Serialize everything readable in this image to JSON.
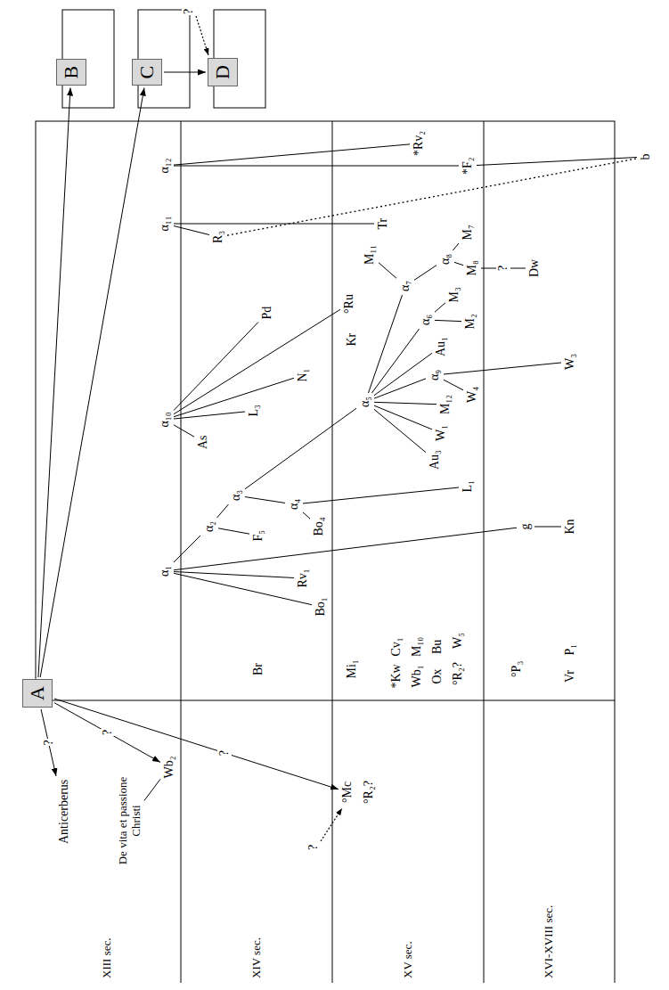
{
  "diagram": {
    "nodes": [
      {
        "text": [
          "A"
        ]
      },
      {
        "text": [
          "B"
        ]
      },
      {
        "text": [
          "C"
        ]
      },
      {
        "text": [
          "D"
        ]
      },
      {
        "text": [
          "Anticerberus"
        ]
      },
      {
        "text": [
          "De vita et passione Christi"
        ]
      },
      {
        "text": [
          "Wb₂"
        ]
      },
      {
        "text": [
          "°Mc"
        ]
      },
      {
        "text": [
          "α₁"
        ]
      },
      {
        "text": [
          "Bo₁"
        ]
      },
      {
        "text": [
          "Rv₁"
        ]
      },
      {
        "text": [
          "g"
        ]
      },
      {
        "text": [
          "Kn"
        ]
      },
      {
        "text": [
          "α₂"
        ]
      },
      {
        "text": [
          "F₅"
        ]
      },
      {
        "text": [
          "α₃"
        ]
      },
      {
        "text": [
          "α₄"
        ]
      },
      {
        "text": [
          "Bo₄"
        ]
      },
      {
        "text": [
          "L₁"
        ]
      },
      {
        "text": [
          "α₅"
        ]
      },
      {
        "text": [
          "Au₃"
        ]
      },
      {
        "text": [
          "W₁"
        ]
      },
      {
        "text": [
          "M₁₂"
        ]
      },
      {
        "text": [
          "α₉"
        ]
      },
      {
        "text": [
          "W₄"
        ]
      },
      {
        "text": [
          "W₃"
        ]
      },
      {
        "text": [
          "Au₁"
        ]
      },
      {
        "text": [
          "α₆"
        ]
      },
      {
        "text": [
          "M₃"
        ]
      },
      {
        "text": [
          "M₂"
        ]
      },
      {
        "text": [
          "α₇"
        ]
      },
      {
        "text": [
          "M₁₁"
        ]
      },
      {
        "text": [
          "α₈"
        ]
      },
      {
        "text": [
          "M₈"
        ]
      },
      {
        "text": [
          "M₇"
        ]
      },
      {
        "text": [
          "Dw"
        ]
      },
      {
        "text": [
          "α₁₀"
        ]
      },
      {
        "text": [
          "As"
        ]
      },
      {
        "text": [
          "L₃"
        ]
      },
      {
        "text": [
          "N₁"
        ]
      },
      {
        "text": [
          "Pd"
        ]
      },
      {
        "text": [
          "°Ru"
        ]
      },
      {
        "text": [
          "α₁₁"
        ]
      },
      {
        "text": [
          "R₃"
        ]
      },
      {
        "text": [
          "Tr"
        ]
      },
      {
        "text": [
          "α₁₂"
        ]
      },
      {
        "text": [
          "*Rv₂"
        ]
      },
      {
        "text": [
          "*F₂"
        ]
      },
      {
        "text": [
          "b"
        ]
      }
    ],
    "edges": [
      {
        "from": 0,
        "to": 1,
        "arrow": "to"
      },
      {
        "from": 0,
        "to": 2,
        "arrow": "to"
      },
      {
        "from": 2,
        "to": 3,
        "arrow": "to"
      },
      {
        "from": 0,
        "to": 4,
        "label": "?",
        "arrow": "to"
      },
      {
        "from": 5,
        "to": 6,
        "arrow": "none"
      },
      {
        "from": 0,
        "to": 6,
        "label": "?",
        "arrow": "to"
      },
      {
        "from": 0,
        "to": 7,
        "label": "?",
        "arrow": "to"
      },
      {
        "from": 8,
        "to": 9,
        "arrow": "none"
      },
      {
        "from": 8,
        "to": 10,
        "arrow": "none"
      },
      {
        "from": 8,
        "to": 11,
        "arrow": "none"
      },
      {
        "from": 11,
        "to": 12,
        "arrow": "none"
      },
      {
        "from": 8,
        "to": 13,
        "arrow": "none"
      },
      {
        "from": 13,
        "to": 14,
        "arrow": "none"
      },
      {
        "from": 13,
        "to": 15,
        "arrow": "none"
      },
      {
        "from": 15,
        "to": 16,
        "arrow": "none"
      },
      {
        "from": 16,
        "to": 17,
        "arrow": "none"
      },
      {
        "from": 16,
        "to": 18,
        "arrow": "none"
      },
      {
        "from": 15,
        "to": 19,
        "arrow": "none"
      },
      {
        "from": 19,
        "to": 20,
        "arrow": "none"
      },
      {
        "from": 19,
        "to": 21,
        "arrow": "none"
      },
      {
        "from": 19,
        "to": 22,
        "arrow": "none"
      },
      {
        "from": 19,
        "to": 23,
        "arrow": "none"
      },
      {
        "from": 23,
        "to": 24,
        "arrow": "none"
      },
      {
        "from": 23,
        "to": 25,
        "arrow": "none"
      },
      {
        "from": 19,
        "to": 26,
        "arrow": "none"
      },
      {
        "from": 19,
        "to": 27,
        "arrow": "none"
      },
      {
        "from": 27,
        "to": 28,
        "arrow": "none"
      },
      {
        "from": 27,
        "to": 29,
        "arrow": "none"
      },
      {
        "from": 19,
        "to": 30,
        "arrow": "none"
      },
      {
        "from": 30,
        "to": 31,
        "arrow": "none"
      },
      {
        "from": 30,
        "to": 32,
        "arrow": "none"
      },
      {
        "from": 32,
        "to": 33,
        "arrow": "none"
      },
      {
        "from": 32,
        "to": 34,
        "arrow": "none"
      },
      {
        "from": 33,
        "to": 35,
        "label": "?",
        "arrow": "none"
      },
      {
        "from": 36,
        "to": 37,
        "arrow": "none"
      },
      {
        "from": 36,
        "to": 38,
        "arrow": "none"
      },
      {
        "from": 36,
        "to": 39,
        "arrow": "none"
      },
      {
        "from": 36,
        "to": 40,
        "arrow": "none"
      },
      {
        "from": 36,
        "to": 41,
        "arrow": "none"
      },
      {
        "from": 42,
        "to": 43,
        "arrow": "none"
      },
      {
        "from": 42,
        "to": 44,
        "arrow": "none"
      },
      {
        "from": 43,
        "to": 48,
        "arrow": "none"
      },
      {
        "from": 45,
        "to": 46,
        "arrow": "none"
      },
      {
        "from": 45,
        "to": 47,
        "arrow": "none"
      },
      {
        "from": 47,
        "to": 48,
        "arrow": "none"
      }
    ],
    "labels": [
      "XIII sec.",
      "XIV sec.",
      "XV sec.",
      "XVI-XVIII sec.",
      "Br",
      "Mi₁",
      "*Kw",
      "Cv₁",
      "Wb₁",
      "M₁₀",
      "Ox",
      "Bu",
      "°R₂?",
      "W₅",
      "°P₃",
      "Vr",
      "P₁",
      "Kr",
      "°R₂?",
      "?",
      "?"
    ]
  }
}
